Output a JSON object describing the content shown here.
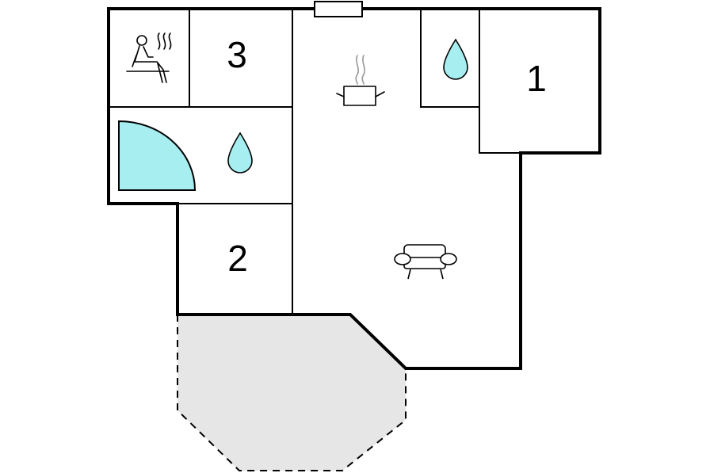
{
  "rooms": [
    {
      "label": "3"
    },
    {
      "label": "1"
    },
    {
      "label": "2"
    }
  ],
  "icons": {
    "sauna": "sauna-icon",
    "shower": "shower-icon",
    "water_drop": "water-drop-icon",
    "cooking_pot": "cooking-pot-icon",
    "sofa": "sofa-icon",
    "window": "window-icon"
  },
  "colors": {
    "wall": "#000000",
    "water": "#a6eef0",
    "terrace": "#e6e6e6",
    "background": "#ffffff"
  }
}
